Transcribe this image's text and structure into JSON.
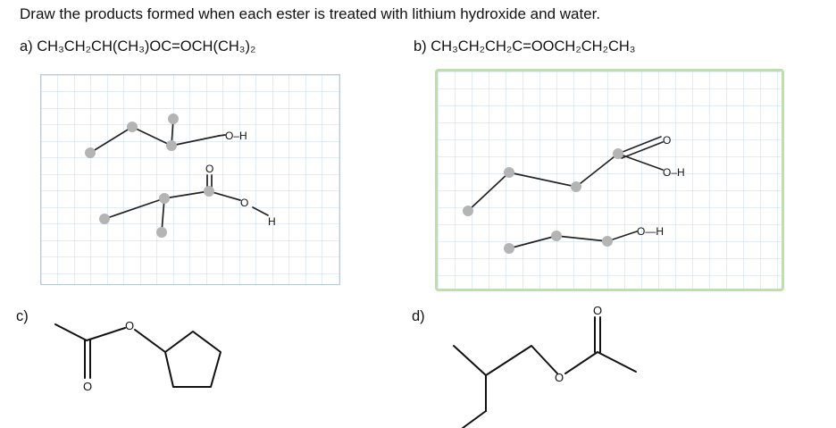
{
  "prompt": "Draw the products formed when each ester is treated with lithium hydroxide and water.",
  "parts": {
    "a": {
      "label": "a) CH₃CH₂CH(CH₃)OC=OCH(CH₃)₂"
    },
    "b": {
      "label": "b) CH₃CH₂CH₂C=OOCH₂CH₂CH₃"
    },
    "c": {
      "label": "c)"
    },
    "d": {
      "label": "d)"
    }
  },
  "atoms": {
    "O": "O",
    "H": "H",
    "OH": "O–H",
    "O_H_long": "O—H"
  }
}
